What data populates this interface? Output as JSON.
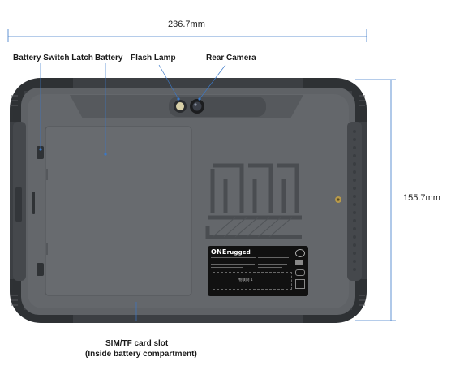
{
  "dimensions": {
    "width": "236.7mm",
    "height": "155.7mm"
  },
  "callouts": {
    "battery_switch_latch": "Battery Switch Latch",
    "battery": "Battery",
    "flash_lamp": "Flash Lamp",
    "rear_camera": "Rear Camera",
    "sim_tf_slot_line1": "SIM/TF card slot",
    "sim_tf_slot_line2": "(Inside battery compartment)"
  },
  "label_sticker": {
    "brand_prefix": "ONE",
    "brand_suffix": "rugged",
    "stamp_text": "物联网 1"
  },
  "colors": {
    "tablet_body": "#5a5d61",
    "bumper": "#3c3f43",
    "leader_line": "#3a78c8"
  }
}
